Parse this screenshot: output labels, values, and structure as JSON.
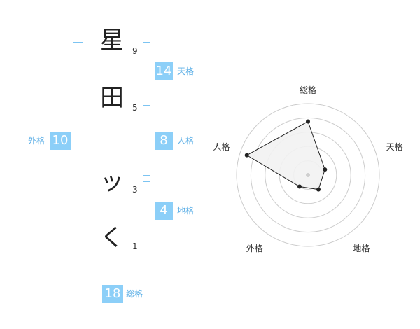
{
  "name_chars": [
    "星",
    "田",
    "ッ",
    "く"
  ],
  "stroke_counts": [
    "9",
    "5",
    "3",
    "1"
  ],
  "tenkaku": {
    "value": "14",
    "label": "天格"
  },
  "jinkaku": {
    "value": "8",
    "label": "人格"
  },
  "chikaku": {
    "value": "4",
    "label": "地格"
  },
  "gaikaku": {
    "value": "10",
    "label": "外格"
  },
  "soukaku": {
    "value": "18",
    "label": "総格"
  },
  "radar": {
    "labels": [
      "総格",
      "天格",
      "地格",
      "外格",
      "人格"
    ],
    "values": [
      0.75,
      0.25,
      0.25,
      0.2,
      0.9
    ],
    "colors": {
      "fill": "#f2f2f2",
      "line": "#222222",
      "ring": "#cccccc",
      "point": "#222222",
      "center": "#cfcfcf"
    }
  }
}
